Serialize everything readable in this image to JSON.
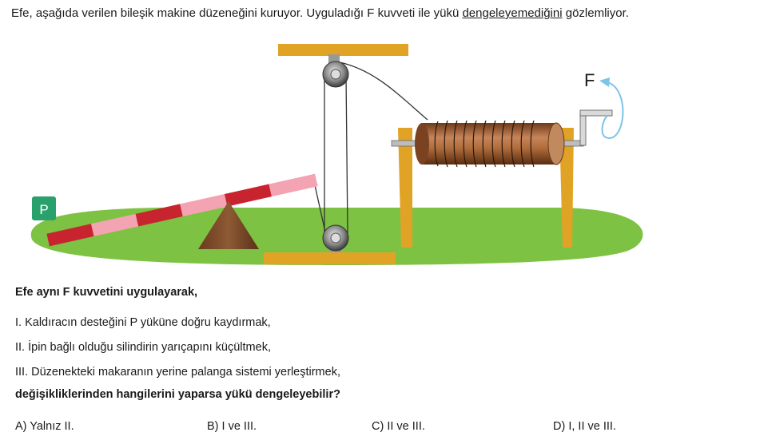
{
  "intro": {
    "before": "Efe, aşağıda verilen bileşik makine düzeneğini kuruyor. Uyguladığı F kuvveti ile yükü ",
    "underlined": "dengeleyemediğini",
    "after": " gözlemliyor."
  },
  "figure": {
    "load_label": "P",
    "force_label": "F",
    "colors": {
      "ground": "#7dc242",
      "beam_red": "#c8242f",
      "beam_pink": "#f4a3b2",
      "support": "#e1a326",
      "wedge": "#7b4a2a",
      "cylinder": "#b06d3c",
      "load_box": "#2aa06c",
      "arrow": "#7ec3e8"
    }
  },
  "lead": "Efe aynı F kuvvetini uygulayarak,",
  "items": [
    "I.  Kaldıracın desteğini P yüküne doğru kaydırmak,",
    "II.  İpin bağlı olduğu silindirin yarıçapını küçültmek,",
    "III. Düzenekteki makaranın yerine palanga sistemi yerleştirmek,"
  ],
  "question": "değişikliklerinden hangilerini yaparsa yükü dengeleyebilir?",
  "options": [
    "A) Yalnız II.",
    "B) I ve III.",
    "C) II ve III.",
    "D) I, II ve III."
  ]
}
